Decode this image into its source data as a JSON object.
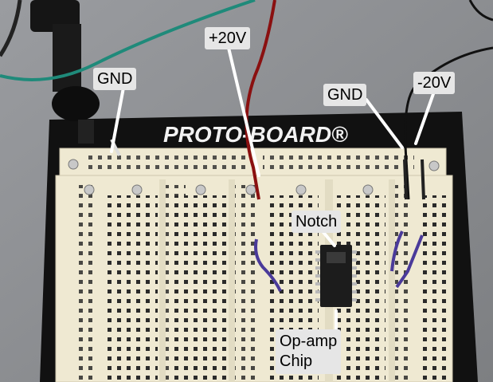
{
  "board": {
    "brand": "PROTO-BOARD®"
  },
  "labels": {
    "plus20v": "+20V",
    "gnd_left": "GND",
    "gnd_right": "GND",
    "minus20v": "-20V",
    "notch": "Notch",
    "opamp": "Op-amp\nChip"
  },
  "colors": {
    "background": "#8a8c8f",
    "board_frame": "#111111",
    "breadboard": "#efe9d2",
    "label_bg": "#e6e6e6",
    "wire_red": "#8a1010",
    "wire_green": "#1f8a7a",
    "wire_purple": "#4a3a9a"
  }
}
